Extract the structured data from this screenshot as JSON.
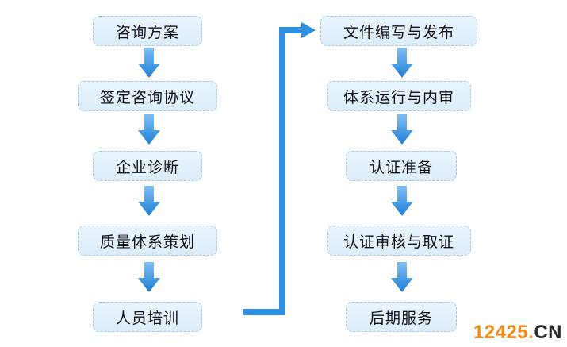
{
  "left_steps": [
    "咨询方案",
    "签定咨询协议",
    "企业诊断",
    "质量体系策划",
    "人员培训"
  ],
  "right_steps": [
    "文件编写与发布",
    "体系运行与内审",
    "认证准备",
    "认证审核与取证",
    "后期服务"
  ],
  "watermark": {
    "number": "12425",
    "dot": ".",
    "suffix": "CN"
  },
  "colors": {
    "arrow": "#2f8fe0",
    "box_fill": "#e4f2fc",
    "box_border": "#9ec8ea"
  }
}
